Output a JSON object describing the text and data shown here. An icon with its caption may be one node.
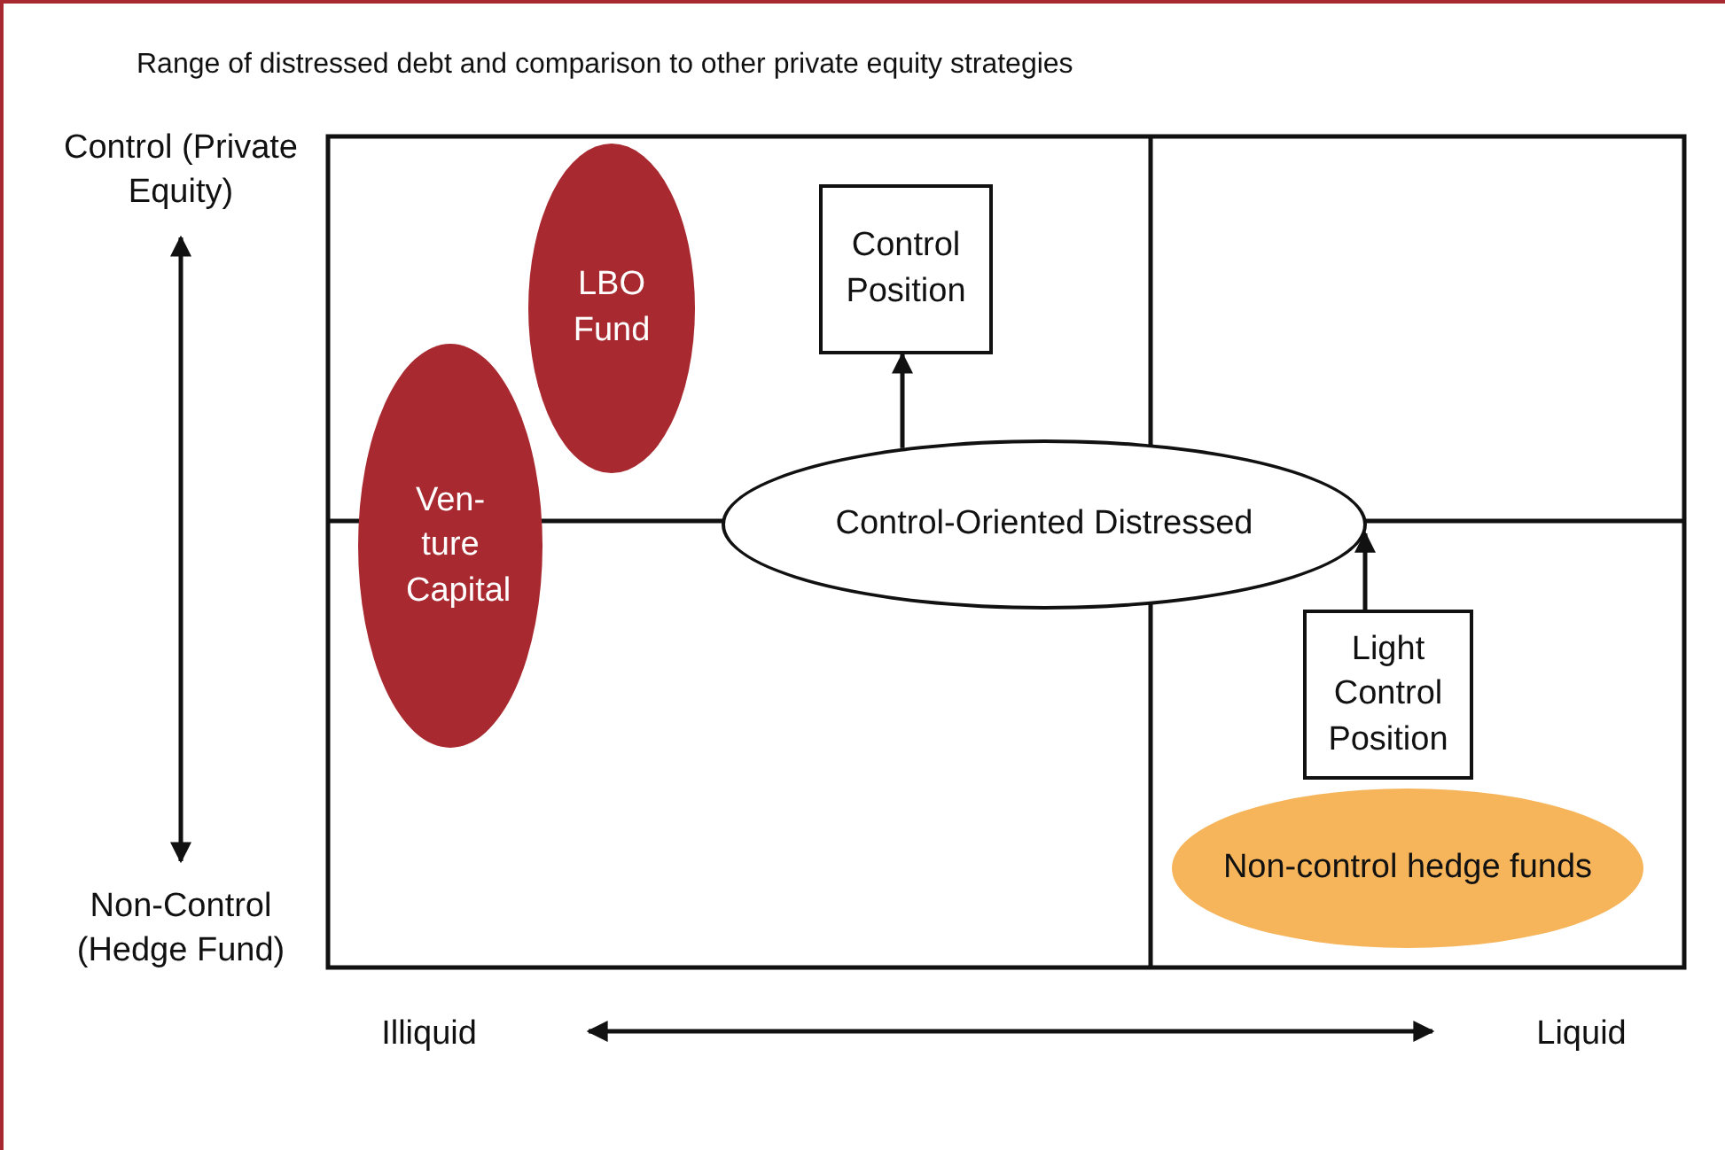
{
  "diagram": {
    "title": "Range of distressed debt and comparison to other private equity strategies",
    "nodes": [
      {
        "text": [
          "LBO Fund"
        ]
      },
      {
        "text": [
          "Ven- ture Capital"
        ]
      },
      {
        "text": [
          "Control Position"
        ]
      },
      {
        "text": [
          "Control-Oriented Distressed"
        ]
      },
      {
        "text": [
          "Light Control Position"
        ]
      },
      {
        "text": [
          "Non-control hedge funds"
        ]
      }
    ],
    "edges": [
      {
        "from": 3,
        "to": 2,
        "arrow": "to"
      },
      {
        "from": 4,
        "to": 3,
        "arrow": "to"
      }
    ],
    "labels": [
      "Control (Private Equity)",
      "Non-Control (Hedge Fund)",
      "Illiquid",
      "Liquid"
    ]
  }
}
